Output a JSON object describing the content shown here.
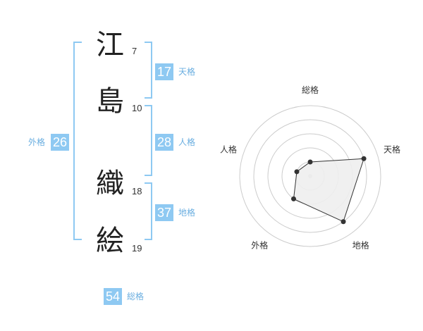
{
  "name": {
    "chars": [
      {
        "char": "江",
        "strokes": "7"
      },
      {
        "char": "島",
        "strokes": "10"
      },
      {
        "char": "織",
        "strokes": "18"
      },
      {
        "char": "絵",
        "strokes": "19"
      }
    ]
  },
  "fortunes": {
    "ten": {
      "value": "17",
      "label": "天格"
    },
    "jin": {
      "value": "28",
      "label": "人格"
    },
    "chi": {
      "value": "37",
      "label": "地格"
    },
    "gai": {
      "value": "26",
      "label": "外格"
    },
    "so": {
      "value": "54",
      "label": "総格"
    }
  },
  "chart_data": {
    "type": "radar",
    "axes": [
      "総格",
      "天格",
      "地格",
      "外格",
      "人格"
    ],
    "values": [
      1,
      4,
      4,
      2,
      1
    ],
    "range": [
      0,
      5
    ],
    "rings": 5,
    "colors": {
      "fill": "#eeeeee",
      "stroke": "#333333",
      "ring": "#cccccc",
      "center": "#cccccc"
    }
  }
}
